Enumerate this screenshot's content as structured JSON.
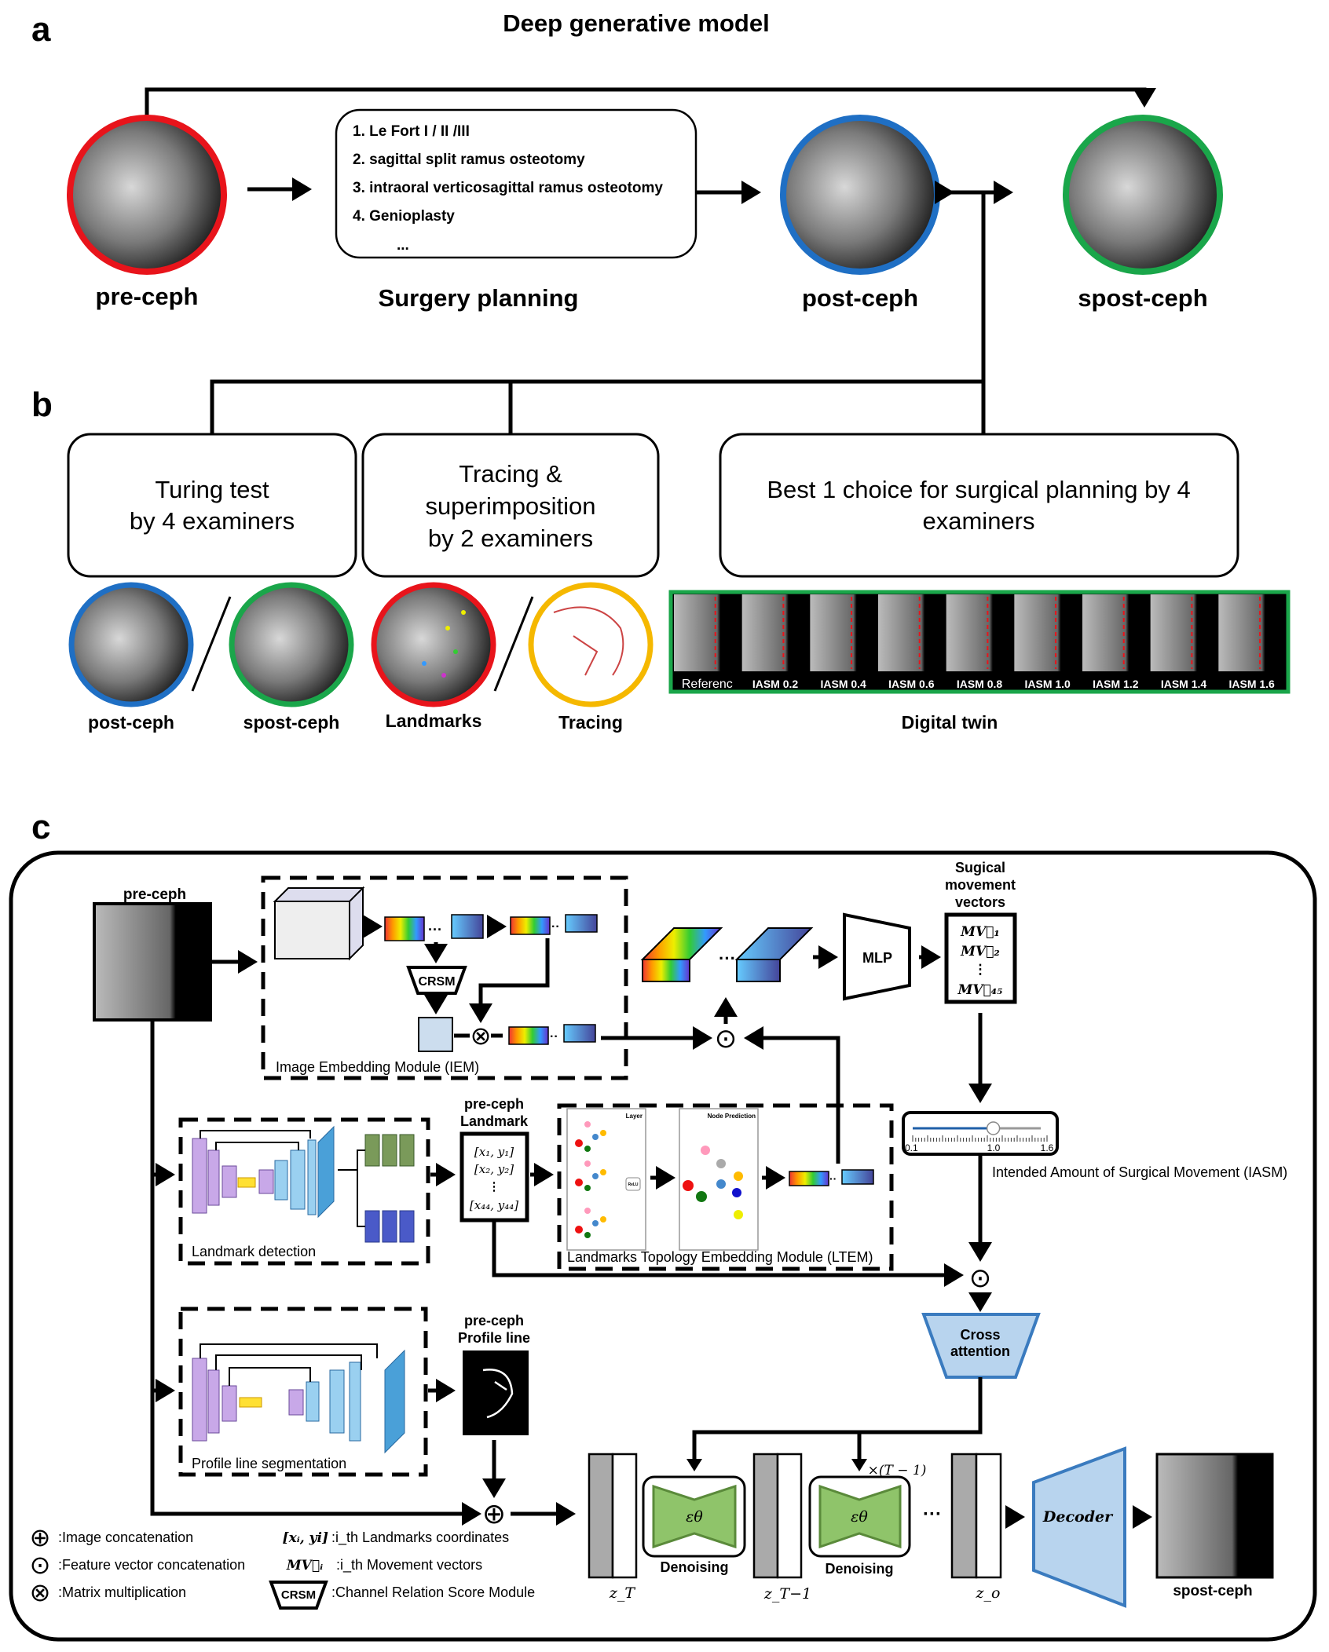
{
  "panel_a": {
    "letter": "a",
    "title": "Deep generative model",
    "nodes": {
      "pre": "pre-ceph",
      "planning": "Surgery planning",
      "post": "post-ceph",
      "spost": "spost-ceph"
    },
    "planning_items": [
      "1.  Le Fort I / II /III",
      "2.  sagittal split ramus osteotomy",
      "3.  intraoral verticosagittal ramus osteotomy",
      "4.  Genioplasty",
      "..."
    ]
  },
  "panel_b": {
    "letter": "b",
    "boxes": [
      {
        "lines": [
          "Turing test",
          "by 4 examiners"
        ]
      },
      {
        "lines": [
          "Tracing &",
          "superimposition",
          "by 2 examiners"
        ]
      },
      {
        "lines": [
          "Best 1 choice for surgical planning by 4",
          "examiners"
        ]
      }
    ],
    "thumbs": [
      "post-ceph",
      "spost-ceph",
      "Landmarks",
      "Tracing"
    ],
    "digital_twin": {
      "label": "Digital twin",
      "frames": [
        "Referenc",
        "IASM 0.2",
        "IASM 0.4",
        "IASM 0.6",
        "IASM 0.8",
        "IASM 1.0",
        "IASM 1.2",
        "IASM 1.4",
        "IASM 1.6"
      ]
    }
  },
  "panel_c": {
    "letter": "c",
    "pre_ceph": "pre-ceph",
    "iem_label": "Image Embedding Module (IEM)",
    "crsm": "CRSM",
    "mlp": "MLP",
    "mv_title": [
      "Sugical",
      "movement",
      "vectors"
    ],
    "mv_items": [
      "MV⃗₁",
      "MV⃗₂",
      "⋮",
      "MV⃗₄₅"
    ],
    "slider": {
      "min": "0.1",
      "mid": "1.0",
      "max": "1.6",
      "value": 1.0
    },
    "iasm_label": "Intended Amount of Surgical Movement (IASM)",
    "landmark_detection": "Landmark detection",
    "landmark_title": [
      "pre-ceph",
      "Landmark"
    ],
    "landmark_items": [
      "[x₁, y₁]",
      "[x₂, y₂]",
      "⋮",
      "[x₄₄, y₄₄]"
    ],
    "ltem_label": "Landmarks Topology Embedding Module (LTEM)",
    "ltem_sub": {
      "layer": "Layer",
      "relu": "ReLU",
      "node": "Node Prediction"
    },
    "cross_attention": [
      "Cross",
      "attention"
    ],
    "profile_seg": "Profile line segmentation",
    "profile_title": [
      "pre-ceph",
      "Profile line"
    ],
    "latents": [
      "z_T",
      "z_T−1",
      "z_o"
    ],
    "denoising": "Denoising",
    "eps": "εθ",
    "repeat": "×(T − 1)",
    "ellipsis": "···",
    "decoder": "Decoder",
    "output": "spost-ceph",
    "legend": [
      {
        "symbol": "⊕",
        "text": ":Image concatenation"
      },
      {
        "symbol": "⊙",
        "text": ":Feature vector concatenation"
      },
      {
        "symbol": "⊗",
        "text": ":Matrix multiplication"
      },
      {
        "symbol": "[xᵢ, yi]",
        "text": ":i_th Landmarks coordinates"
      },
      {
        "symbol": "MV⃗ᵢ",
        "text": ":i_th Movement vectors"
      },
      {
        "symbol": "CRSM",
        "text": ":Channel Relation Score Module"
      }
    ]
  },
  "colors": {
    "pre": "#e8141b",
    "post": "#1f6fc4",
    "spost": "#1aa64a",
    "tracing": "#f5b800",
    "green_block": "#8fc46a",
    "blue_block": "#b8d4ee"
  }
}
